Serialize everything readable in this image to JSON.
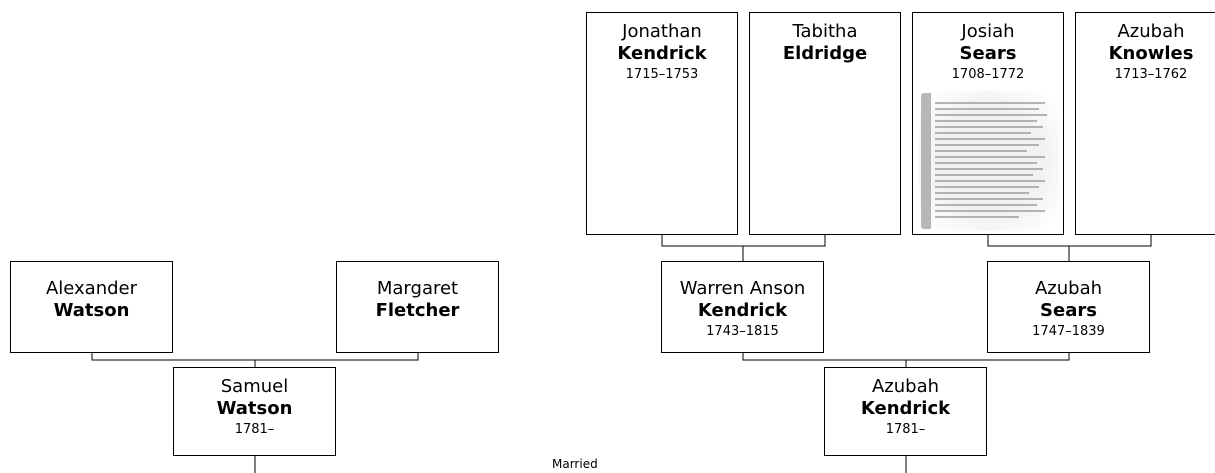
{
  "people": {
    "jonathan_kendrick": {
      "first": "Jonathan",
      "last": "Kendrick",
      "dates": "1715–1753"
    },
    "tabitha_eldridge": {
      "first": "Tabitha",
      "last": "Eldridge",
      "dates": ""
    },
    "josiah_sears": {
      "first": "Josiah",
      "last": "Sears",
      "dates": "1708–1772"
    },
    "azubah_knowles": {
      "first": "Azubah",
      "last": "Knowles",
      "dates": "1713–1762"
    },
    "alexander_watson": {
      "first": "Alexander",
      "last": "Watson",
      "dates": ""
    },
    "margaret_fletcher": {
      "first": "Margaret",
      "last": "Fletcher",
      "dates": ""
    },
    "warren_kendrick": {
      "first": "Warren Anson",
      "last": "Kendrick",
      "dates": "1743–1815"
    },
    "azubah_sears": {
      "first": "Azubah",
      "last": "Sears",
      "dates": "1747–1839"
    },
    "samuel_watson": {
      "first": "Samuel",
      "last": "Watson",
      "dates": "1781–"
    },
    "azubah_kendrick": {
      "first": "Azubah",
      "last": "Kendrick",
      "dates": "1781–"
    }
  },
  "marriage_label": "Married"
}
